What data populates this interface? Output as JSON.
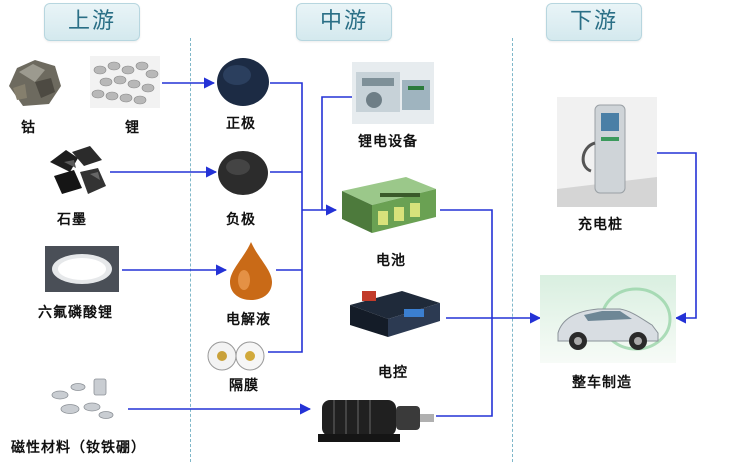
{
  "headers": {
    "upstream": "上游",
    "midstream": "中游",
    "downstream": "下游"
  },
  "upstream": {
    "cobalt": "钴",
    "lithium": "锂",
    "graphite": "石墨",
    "lipf6": "六氟磷酸锂",
    "magnet": "磁性材料（钕铁硼）"
  },
  "materials": {
    "cathode": "正极",
    "anode": "负极",
    "electrolyte": "电解液",
    "separator": "隔膜"
  },
  "midstream": {
    "equipment": "锂电设备",
    "battery": "电池",
    "controller": "电控"
  },
  "downstream": {
    "charging_pile": "充电桩",
    "vehicle": "整车制造"
  },
  "colors": {
    "arrow": "#2432d6",
    "header_text": "#2a6f86",
    "divider": "#7fb7c9"
  }
}
